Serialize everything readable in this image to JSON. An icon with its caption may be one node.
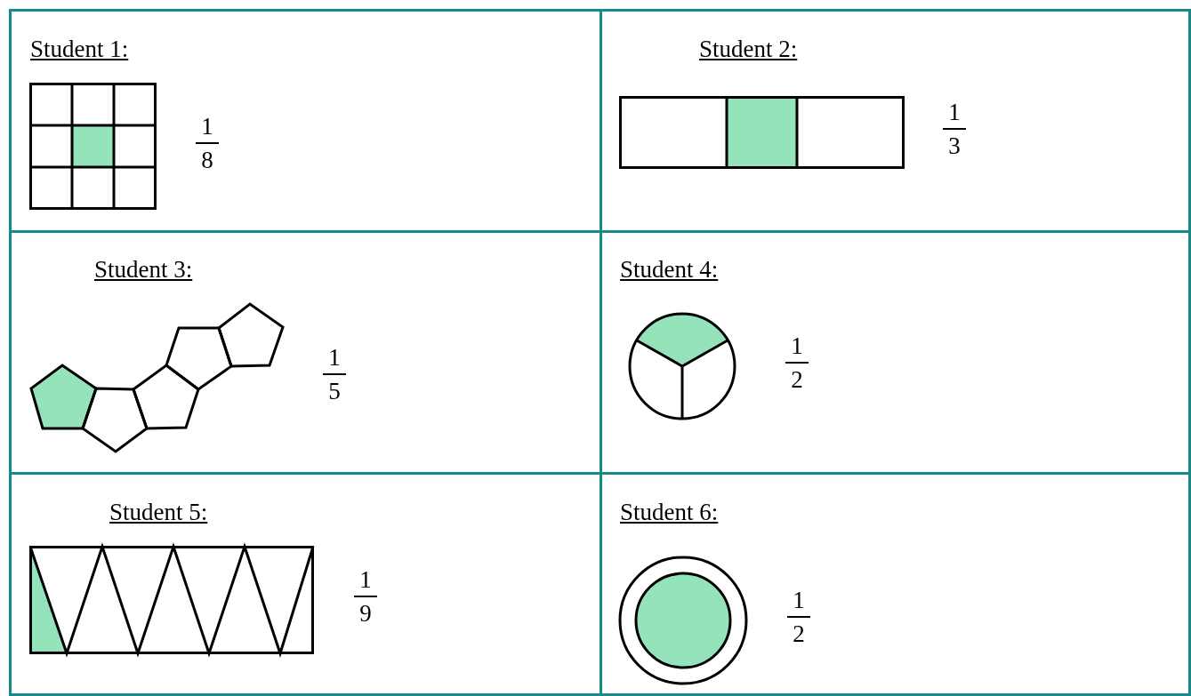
{
  "diagram": {
    "nodes": [
      {
        "text": [
          "Student 1:",
          "1",
          "8"
        ]
      },
      {
        "text": [
          "Student 2:",
          "1",
          "3"
        ]
      },
      {
        "text": [
          "Student 3:",
          "1",
          "5"
        ]
      },
      {
        "text": [
          "Student 4:",
          "1",
          "2"
        ]
      },
      {
        "text": [
          "Student 5:",
          "1",
          "9"
        ]
      },
      {
        "text": [
          "Student 6:",
          "1",
          "2"
        ]
      }
    ]
  }
}
